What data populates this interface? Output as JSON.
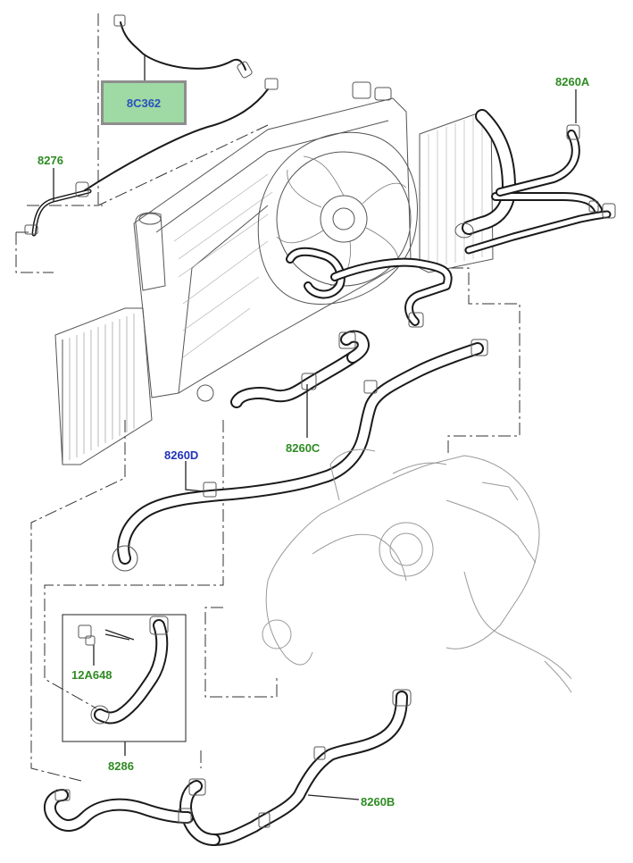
{
  "diagram": {
    "callouts": {
      "c8C362": "8C362",
      "c8276": "8276",
      "c8260A": "8260A",
      "c8260D": "8260D",
      "c8260C": "8260C",
      "c12A648": "12A648",
      "c8286": "8286",
      "c8260B": "8260B"
    },
    "colors": {
      "label_green": "#2e8b22",
      "label_blue": "#2233bb",
      "callout_fill": "#9fd9a3",
      "callout_border": "#8e8e8e"
    }
  }
}
